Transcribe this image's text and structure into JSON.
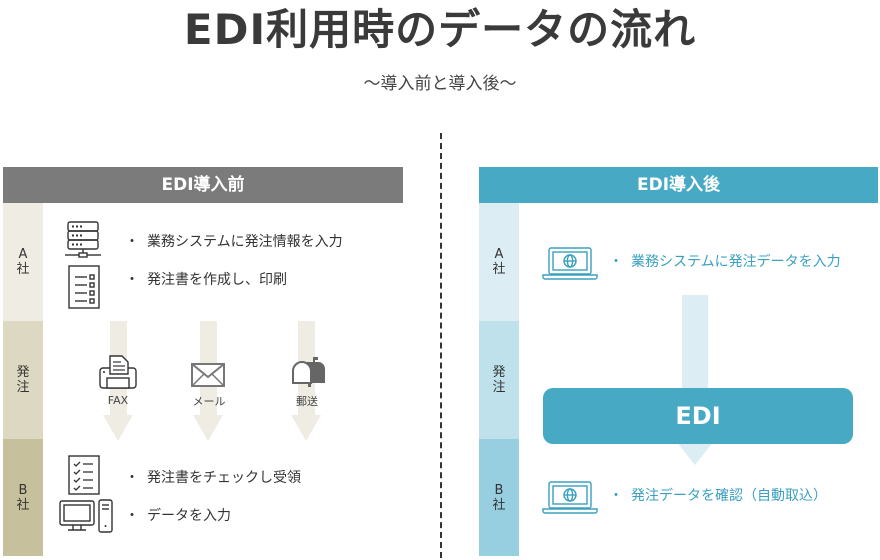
{
  "header": {
    "title": "EDI利用時のデータの流れ",
    "subtitle": "～導入前と導入後～"
  },
  "colors": {
    "before_header": "#7b7b7b",
    "after_header": "#47a9c4",
    "before_arrow": "#efede3",
    "after_arrow": "#dceef4",
    "after_text": "#3aa0bf"
  },
  "before": {
    "title": "EDI導入前",
    "rows": [
      {
        "label": [
          "A",
          "社"
        ],
        "icons": [
          "server-icon",
          "document-list-icon"
        ],
        "items": [
          "業務システムに発注情報を入力",
          "発注書を作成し、印刷"
        ]
      },
      {
        "label": [
          "発",
          "注"
        ],
        "channels": [
          {
            "icon": "fax-printer-icon",
            "label": "FAX"
          },
          {
            "icon": "mail-envelope-icon",
            "label": "メール"
          },
          {
            "icon": "mailbox-icon",
            "label": "郵送"
          }
        ]
      },
      {
        "label": [
          "B",
          "社"
        ],
        "icons": [
          "checklist-icon",
          "desktop-computer-icon"
        ],
        "items": [
          "発注書をチェックし受領",
          "データを入力"
        ]
      }
    ]
  },
  "after": {
    "title": "EDI導入後",
    "rows": [
      {
        "label": [
          "A",
          "社"
        ],
        "icon": "laptop-globe-icon",
        "items": [
          "業務システムに発注データを入力"
        ]
      },
      {
        "label": [
          "発",
          "注"
        ],
        "box": "EDI"
      },
      {
        "label": [
          "B",
          "社"
        ],
        "icon": "laptop-globe-icon",
        "items": [
          "発注データを確認（自動取込）"
        ]
      }
    ]
  },
  "bullet": "・"
}
